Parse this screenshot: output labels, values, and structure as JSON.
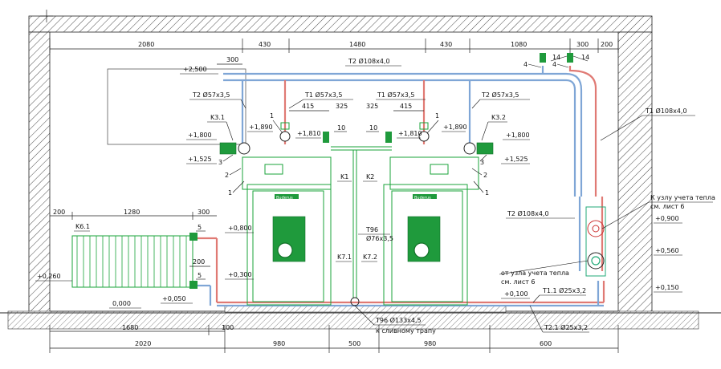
{
  "dims_top": [
    "2080",
    "430",
    "1480",
    "430",
    "1080",
    "300",
    "200"
  ],
  "dims_bottom_outer": [
    "2020",
    "980",
    "500",
    "980",
    "600"
  ],
  "dims_bottom_inner": [
    "1680",
    "100"
  ],
  "dims_misc": [
    "300",
    "415",
    "325",
    "325",
    "415",
    "200",
    "1280",
    "300",
    "200"
  ],
  "elevations": [
    "+2,500",
    "+1,890",
    "+1,890",
    "+1,810",
    "+1,810",
    "+1,800",
    "+1,800",
    "+1,525",
    "+1,525",
    "+0,800",
    "+0,300",
    "+0,260",
    "0,000",
    "+0,050",
    "+0,900",
    "+0,560",
    "+0,150",
    "+0,100"
  ],
  "pipe_labels": {
    "t2_top": "T2 Ø108х4,0",
    "t2_left": "T2 Ø57х3,5",
    "t1_left": "T1 Ø57х3,5",
    "t1_right": "T1 Ø57х3,5",
    "t2_right": "T2 Ø57х3,5",
    "t1_riser": "T1 Ø108х4,0",
    "t2_lower": "T2 Ø108х4,0",
    "t96_mid": "T96",
    "t96_mid_size": "Ø76х3,5",
    "t96_bottom": "T96 Ø133х4,5",
    "t96_bottom_note": "к сливному трапу",
    "t11": "T1.1 Ø25х3,2",
    "t21": "T2.1 Ø25х3,2"
  },
  "equipment": {
    "boiler_left": "K1",
    "boiler_right": "K2",
    "pump_left": "K3.1",
    "pump_right": "K3.2",
    "radiator": "K6.1",
    "drain_left": "K7.1",
    "drain_right": "K7.2",
    "brand": "Buderus"
  },
  "callouts": [
    "1",
    "1",
    "1",
    "1",
    "2",
    "2",
    "3",
    "3",
    "5",
    "5",
    "10",
    "10",
    "4",
    "4",
    "14",
    "14"
  ],
  "notes": {
    "to_meter": "К узлу учета тепла",
    "to_meter_sheet": "см. лист 6",
    "from_meter": "от узла учета тепла",
    "from_meter_sheet": "см. лист 6"
  }
}
